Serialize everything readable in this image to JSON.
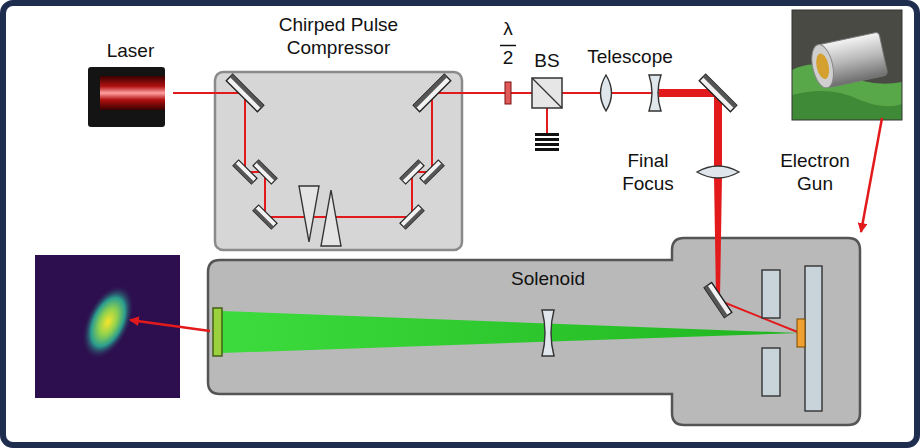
{
  "diagram": {
    "nodes": [
      {
        "text": [
          "Laser"
        ]
      },
      {
        "text": [
          "Chirped Pulse Compressor"
        ]
      }
    ],
    "edges": [
      {
        "from": 0,
        "to": 1,
        "arrow": "none"
      }
    ],
    "labels": [
      "λ",
      "2",
      "BS",
      "Telescope",
      "Final Focus",
      "Electron Gun",
      "Solenoid"
    ]
  }
}
